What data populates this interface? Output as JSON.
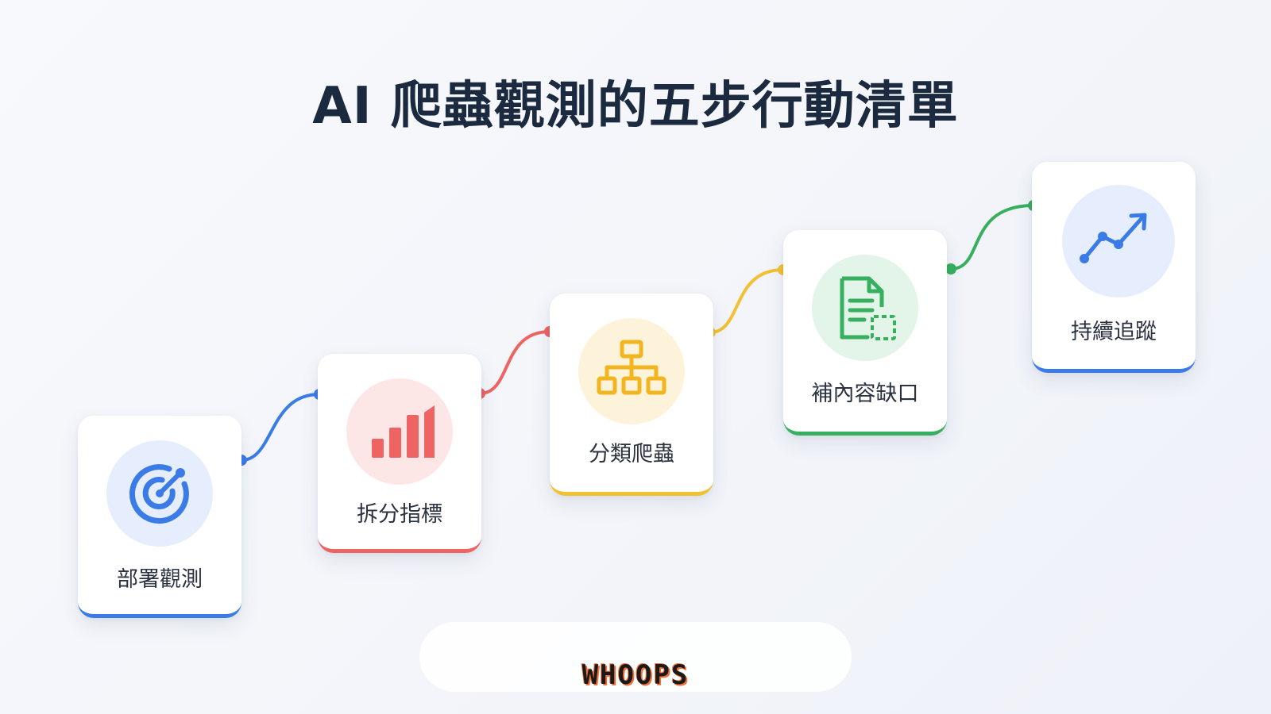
{
  "title": "AI 爬蟲觀測的五步行動清單",
  "colors": {
    "blue": "#3b7be8",
    "red": "#ee6463",
    "yellow": "#f2c132",
    "green": "#36b05e"
  },
  "steps": [
    {
      "label": "部署觀測",
      "icon": "radar-target-icon",
      "accent": "blue"
    },
    {
      "label": "拆分指標",
      "icon": "bar-chart-icon",
      "accent": "red"
    },
    {
      "label": "分類爬蟲",
      "icon": "hierarchy-icon",
      "accent": "yellow"
    },
    {
      "label": "補內容缺口",
      "icon": "document-gap-icon",
      "accent": "green"
    },
    {
      "label": "持續追蹤",
      "icon": "trend-up-icon",
      "accent": "blue"
    }
  ],
  "watermark": "WHOOPS"
}
